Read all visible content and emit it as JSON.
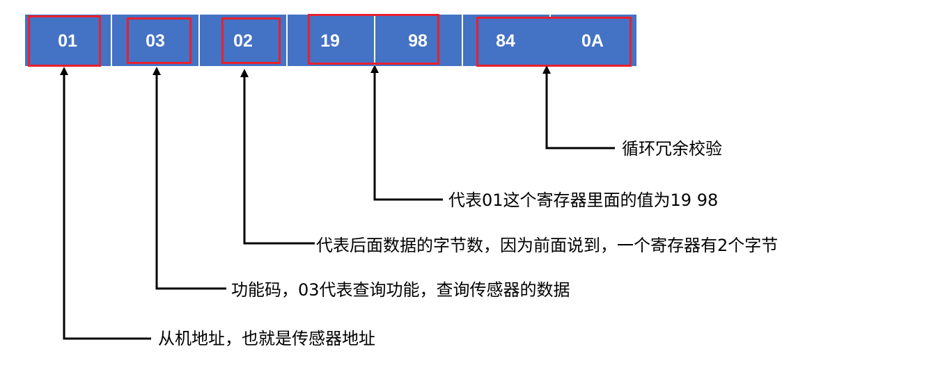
{
  "bytes": {
    "slave_address": "01",
    "function_code": "03",
    "byte_count": "02",
    "data_hi": "19",
    "data_lo": "98",
    "crc_lo": "84",
    "crc_hi": "0A"
  },
  "annotations": {
    "crc": "循环冗余校验",
    "register_value": "代表01这个寄存器里面的值为19 98",
    "byte_count": "代表后面数据的字节数，因为前面说到，一个寄存器有2个字节",
    "function_code": "功能码，03代表查询功能，查询传感器的数据",
    "slave_address": "从机地址，也就是传感器地址"
  },
  "colors": {
    "frame_fill": "#4472C4",
    "highlight_box": "#E8202E",
    "arrow": "#000000",
    "text": "#000000"
  }
}
